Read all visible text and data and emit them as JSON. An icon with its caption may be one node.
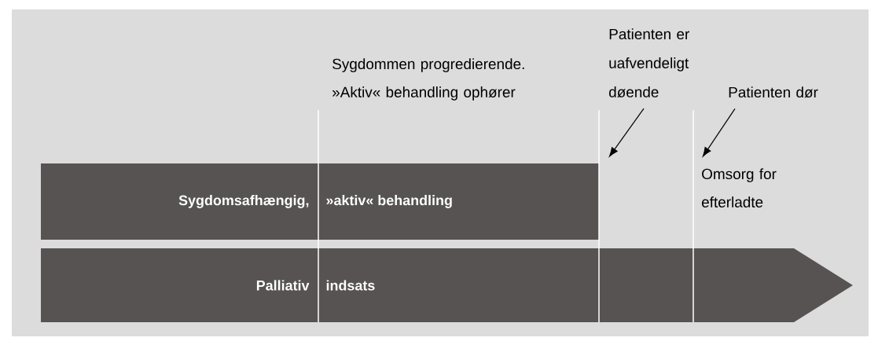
{
  "diagram": {
    "nodes": [
      {
        "text": [
          "Sygdomsafhængig,",
          "»aktiv« behandling"
        ]
      },
      {
        "text": [
          "Palliativ",
          "indsats"
        ]
      },
      {
        "text": [
          "Patienten er uafvendeligt døende"
        ]
      },
      {
        "text": [
          "Patienten dør"
        ]
      }
    ],
    "edges": [
      {
        "from": 2,
        "to": null,
        "arrow": "to"
      },
      {
        "from": 3,
        "to": null,
        "arrow": "to"
      }
    ],
    "labels": [
      "Sygdommen progredierende. »Aktiv« behandling ophører",
      "Omsorg for efterladte"
    ]
  }
}
